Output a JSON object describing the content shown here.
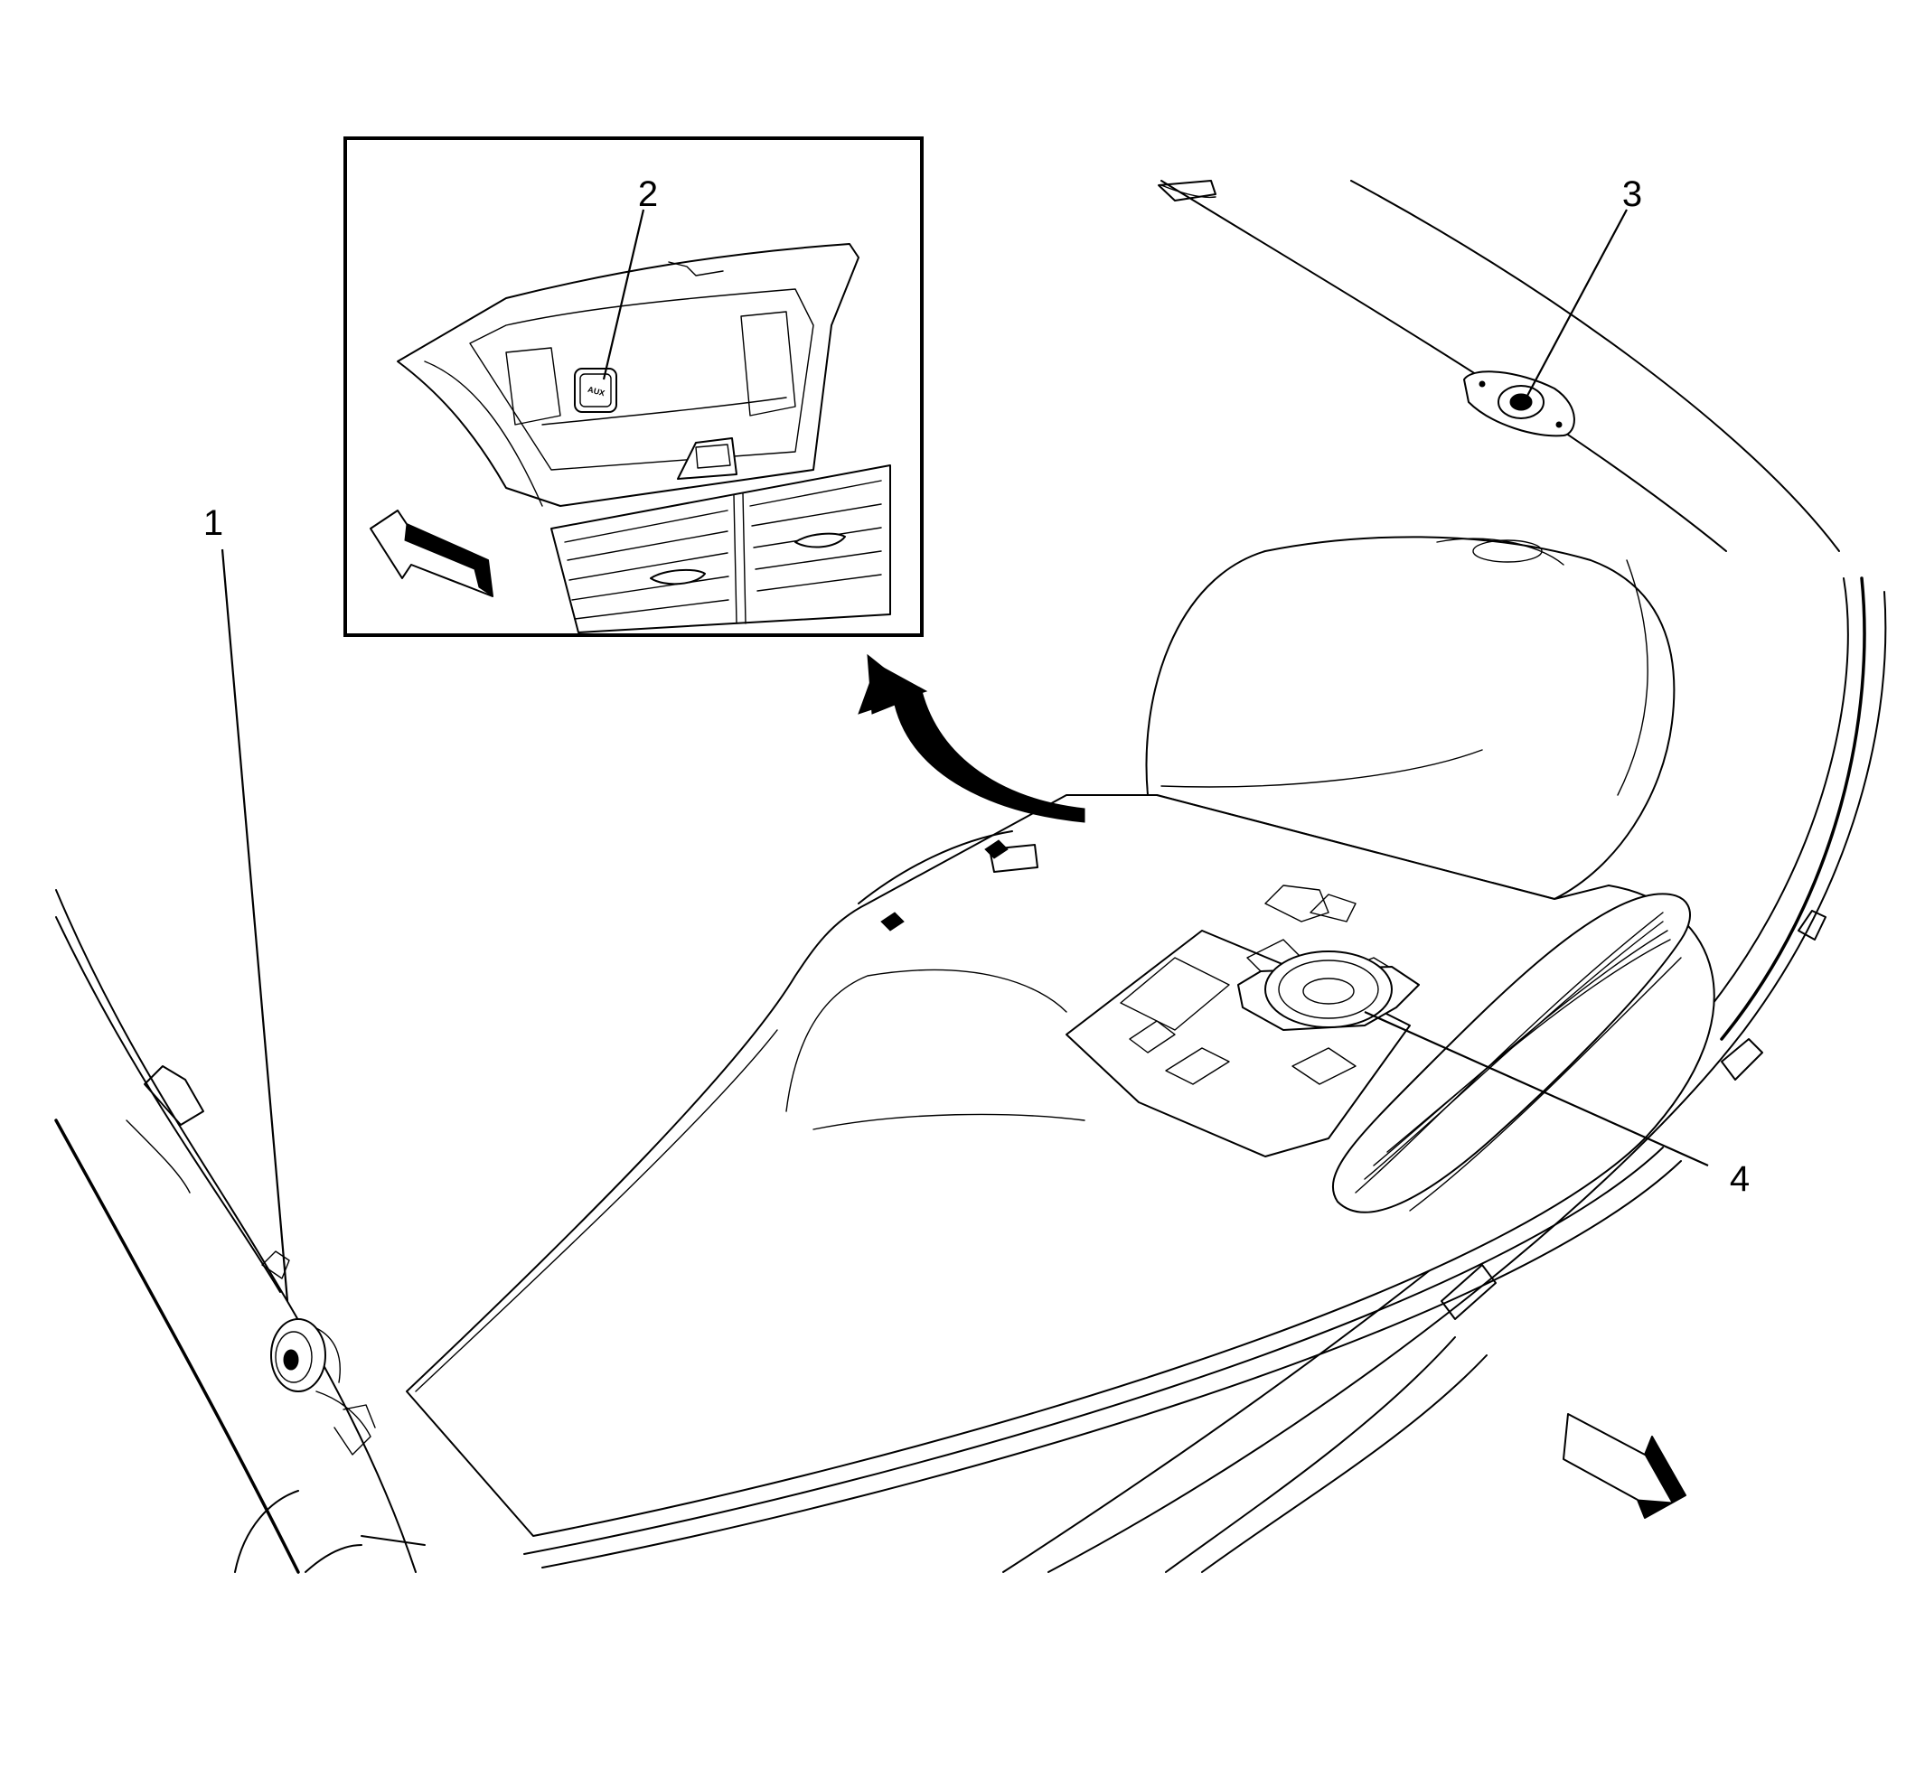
{
  "callouts": [
    {
      "id": "1",
      "label": "1"
    },
    {
      "id": "2",
      "label": "2"
    },
    {
      "id": "3",
      "label": "3"
    },
    {
      "id": "4",
      "label": "4"
    }
  ],
  "inset": {
    "aux_label": "AUX"
  },
  "icons": [
    "direction-arrow-icon",
    "detail-view-arrow-icon"
  ]
}
